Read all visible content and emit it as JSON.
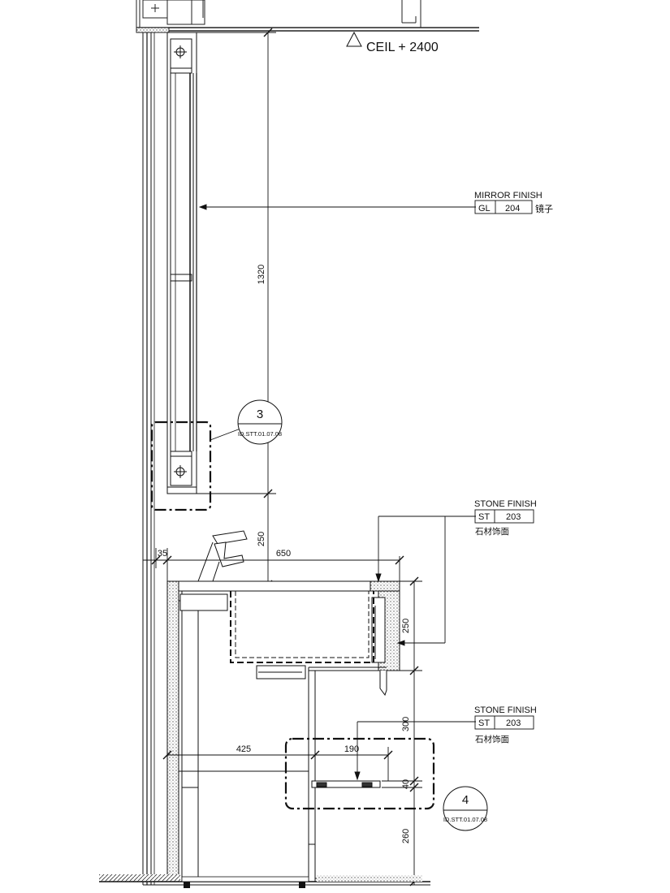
{
  "ceiling": {
    "label": "CEIL + 2400"
  },
  "dimensions": {
    "mirror_height": "1320",
    "mirror_to_counter": "250",
    "wall_offset": "35",
    "counter_depth": "650",
    "counter_front_height": "250",
    "lower_shelf_gap": "300",
    "shelf_width": "425",
    "shelf_inner": "190",
    "shelf_thickness": "40",
    "floor_clearance": "260"
  },
  "callouts": {
    "mirror": {
      "title": "MIRROR FINISH",
      "code": "GL",
      "number": "204",
      "note": "镜子"
    },
    "stone_top": {
      "title": "STONE FINISH",
      "code": "ST",
      "number": "203",
      "note": "石材饰面"
    },
    "stone_shelf": {
      "title": "STONE FINISH",
      "code": "ST",
      "number": "203",
      "note": "石材饰面"
    }
  },
  "details": {
    "detail_3": {
      "number": "3",
      "ref": "ID.STT.01.07.08"
    },
    "detail_4": {
      "number": "4",
      "ref": "ID.STT.01.07.08"
    }
  }
}
